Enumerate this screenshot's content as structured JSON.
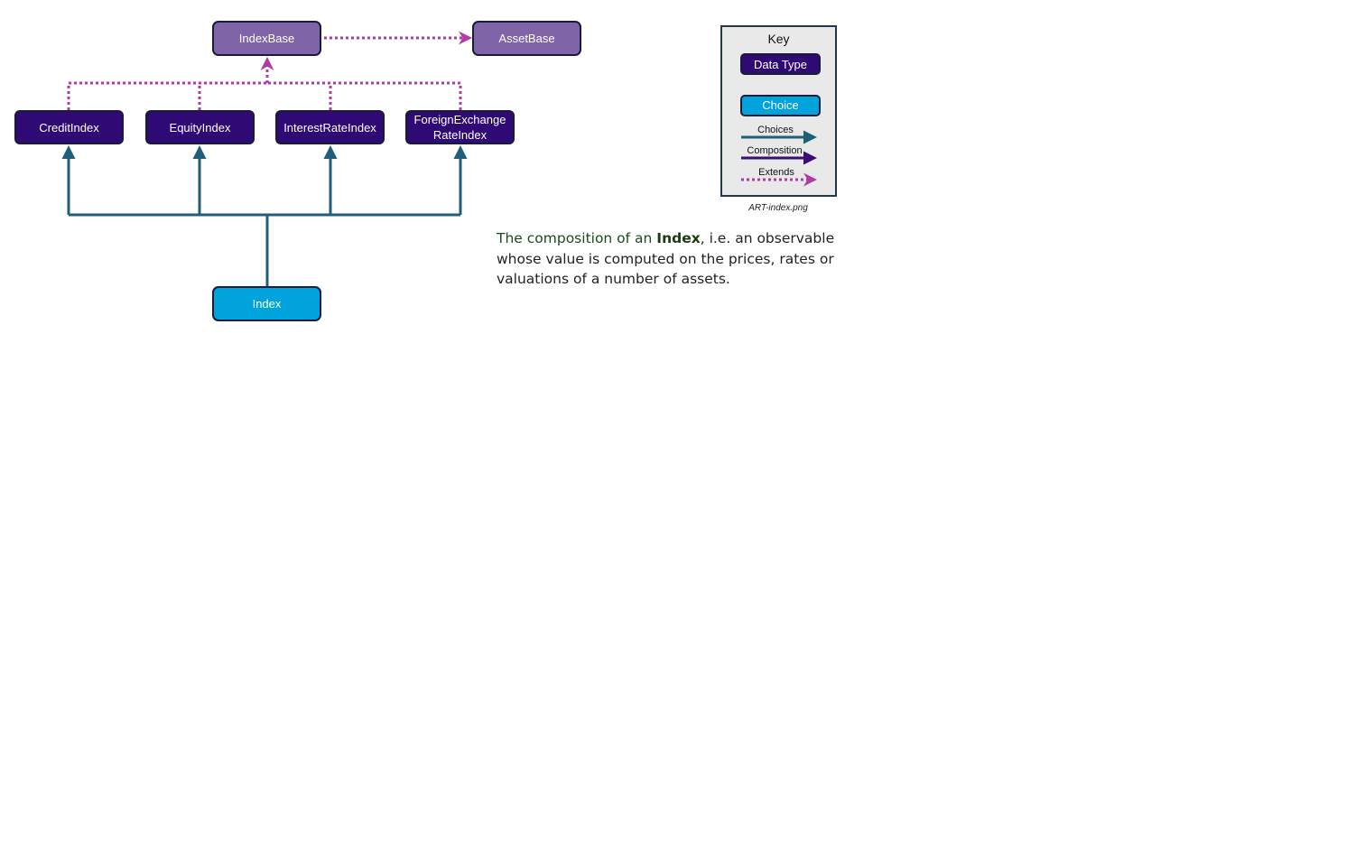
{
  "colors": {
    "data_type": "#2f0a74",
    "base_type": "#8064a8",
    "choice": "#00a3dc",
    "choice_arrow": "#1f5f7a",
    "composition_arrow": "#3b0d7a",
    "extends_arrow": "#b03aa6",
    "border": "#1a1a3a",
    "key_bg": "#e9e9e9"
  },
  "nodes": {
    "index_base": "IndexBase",
    "asset_base": "AssetBase",
    "credit_index": "CreditIndex",
    "equity_index": "EquityIndex",
    "interest_rate_index": "InterestRateIndex",
    "fx_rate_index_line1": "ForeignExchange",
    "fx_rate_index_line2": "RateIndex",
    "index": "Index"
  },
  "key": {
    "title": "Key",
    "data_type": "Data Type",
    "choice": "Choice",
    "choices": "Choices",
    "composition": "Composition",
    "extends": "Extends"
  },
  "caption": "ART-index.png",
  "description": {
    "lead": "The composition of an ",
    "bold": "Index",
    "rest": ", i.e. an observable whose value is computed on the prices, rates or valuations of a number of assets."
  }
}
